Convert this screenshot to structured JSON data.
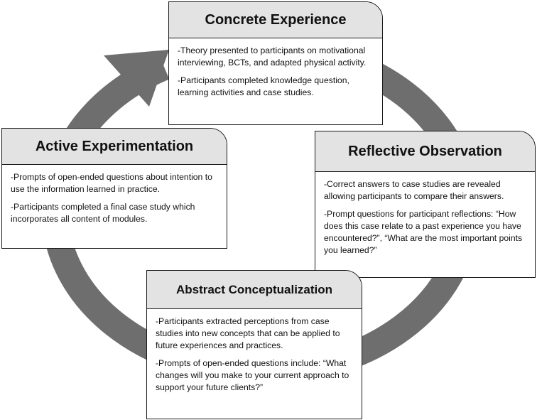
{
  "colors": {
    "arrow": "#6e6e6e",
    "header_fill": "#e3e3e3",
    "border": "#1a1a1a",
    "text": "#111111"
  },
  "stages": {
    "concrete": {
      "title": "Concrete Experience",
      "items": [
        "-Theory presented to participants on motivational interviewing, BCTs, and adapted physical activity.",
        "-Participants completed knowledge question, learning activities and case studies."
      ]
    },
    "reflective": {
      "title": "Reflective Observation",
      "items": [
        "-Correct answers to case studies are revealed allowing participants to compare their answers.",
        "-Prompt questions for participant reflections: “How does this case relate to a past experience you have encountered?”, “What are the most important points you learned?”"
      ]
    },
    "abstract": {
      "title": "Abstract Conceptualization",
      "items": [
        "-Participants extracted perceptions from case studies into new concepts that can be applied to future experiences and practices.",
        "-Prompts of open-ended questions include: “What changes will you make to your current approach to support your future clients?”"
      ]
    },
    "active": {
      "title": "Active Experimentation",
      "items": [
        "-Prompts of open-ended questions about intention to use the information learned in practice.",
        "-Participants completed a final case study which incorporates all content of modules."
      ]
    }
  }
}
